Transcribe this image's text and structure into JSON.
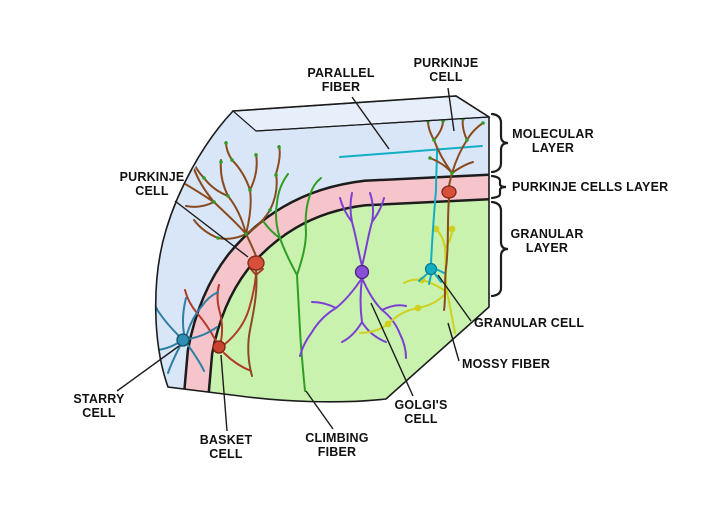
{
  "diagram": {
    "labels": {
      "parallel_fiber": {
        "l1": "PARALLEL",
        "l2": "FIBER"
      },
      "purkinje_cell_top": {
        "l1": "PURKINJE",
        "l2": "CELL"
      },
      "purkinje_cell_left": {
        "l1": "PURKINJE",
        "l2": "CELL"
      },
      "molecular_layer": {
        "l1": "MOLECULAR",
        "l2": "LAYER"
      },
      "purkinje_cells_layer": {
        "l1": "PURKINJE CELLS LAYER"
      },
      "granular_layer": {
        "l1": "GRANULAR",
        "l2": "LAYER"
      },
      "granular_cell": {
        "l1": "GRANULAR CELL"
      },
      "mossy_fiber": {
        "l1": "MOSSY FIBER"
      },
      "golgis_cell": {
        "l1": "GOLGI'S",
        "l2": "CELL"
      },
      "climbing_fiber": {
        "l1": "CLIMBING",
        "l2": "FIBER"
      },
      "basket_cell": {
        "l1": "BASKET",
        "l2": "CELL"
      },
      "starry_cell": {
        "l1": "STARRY",
        "l2": "CELL"
      }
    },
    "colors": {
      "outline": "#1c1c1c",
      "top_face": "#e7effb",
      "molecular_layer": "#d8e6f7",
      "purkinje_layer": "#f6c5cb",
      "granular_layer": "#c9f2ae",
      "purkinje_cell": "#8a4a1f",
      "purkinje_soma": "#d8503c",
      "parallel_fiber": "#12aec4",
      "granular_cell": "#12aec4",
      "mossy_fiber": "#cfd020",
      "golgi_cell": "#7c3fd4",
      "golgi_soma": "#8a4fd8",
      "climbing_fiber": "#2f9e23",
      "basket_cell": "#b23a2a",
      "basket_soma": "#c8442e",
      "starry_cell": "#2e7fa3",
      "starry_soma": "#2e8fb5",
      "speckle": "#2f9e23",
      "label_text": "#111111"
    }
  }
}
